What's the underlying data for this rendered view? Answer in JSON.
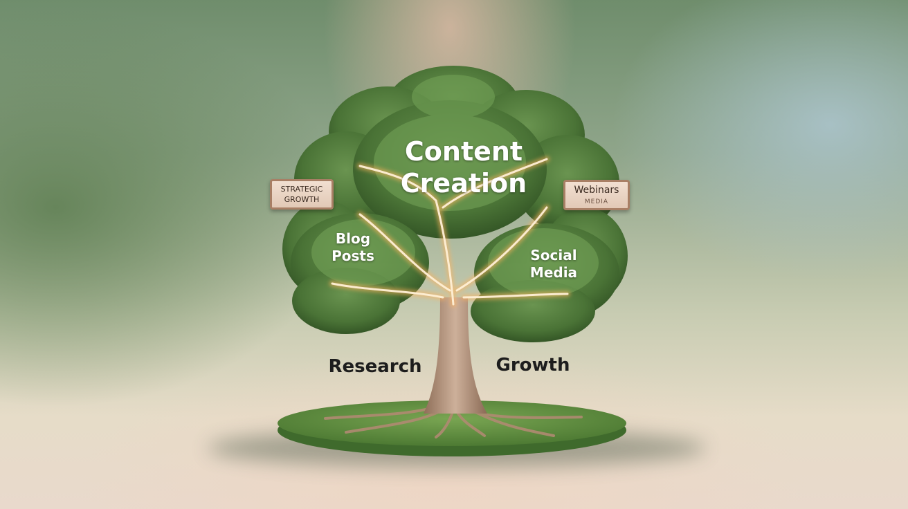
{
  "tree": {
    "title_line1": "Content",
    "title_line2": "Creation",
    "left_branch_line1": "Blog",
    "left_branch_line2": "Posts",
    "right_branch_line1": "Social",
    "right_branch_line2": "Media",
    "root_left": "Research",
    "root_right": "Growth"
  },
  "signs": {
    "left_line1": "STRATEGIC",
    "left_line2": "GROWTH",
    "right_line1": "Webinars",
    "right_line2": "MEDIA"
  },
  "colors": {
    "foliage": "#4e7a3a",
    "glow": "#ffc27a",
    "trunk": "#b89478",
    "ground": "#5d8a3e"
  }
}
